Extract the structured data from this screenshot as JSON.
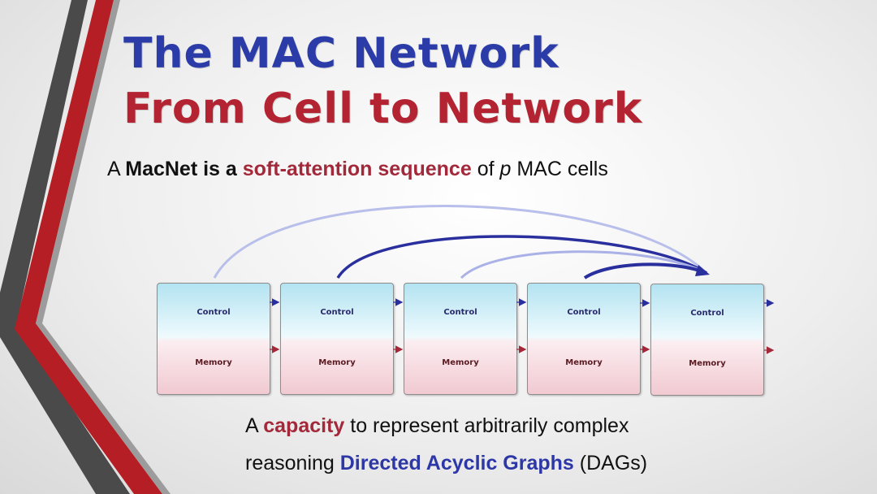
{
  "title_line1": "The MAC Network",
  "title_line2": "From Cell to Network",
  "subtitle": {
    "p1": "A ",
    "p2": "MacNet is a ",
    "p3": "soft-attention sequence",
    "p4": " of ",
    "p5": "p",
    "p6": " MAC cells"
  },
  "cells": [
    {
      "control": "Control",
      "memory": "Memory"
    },
    {
      "control": "Control",
      "memory": "Memory"
    },
    {
      "control": "Control",
      "memory": "Memory"
    },
    {
      "control": "Control",
      "memory": "Memory"
    },
    {
      "control": "Control",
      "memory": "Memory"
    }
  ],
  "bottom": {
    "l1a": "A ",
    "l1b": "capacity",
    "l1c": " to represent arbitrarily complex",
    "l2a": "reasoning ",
    "l2b": "Directed Acyclic Graphs",
    "l2c": " (DAGs)"
  },
  "colors": {
    "title_blue": "#2b3ca8",
    "title_red": "#b32332",
    "accent_red": "#a3283a",
    "accent_blue": "#2d37a6",
    "arrow_dark": "#2a2f9e",
    "arrow_light": "#aab1e6"
  }
}
